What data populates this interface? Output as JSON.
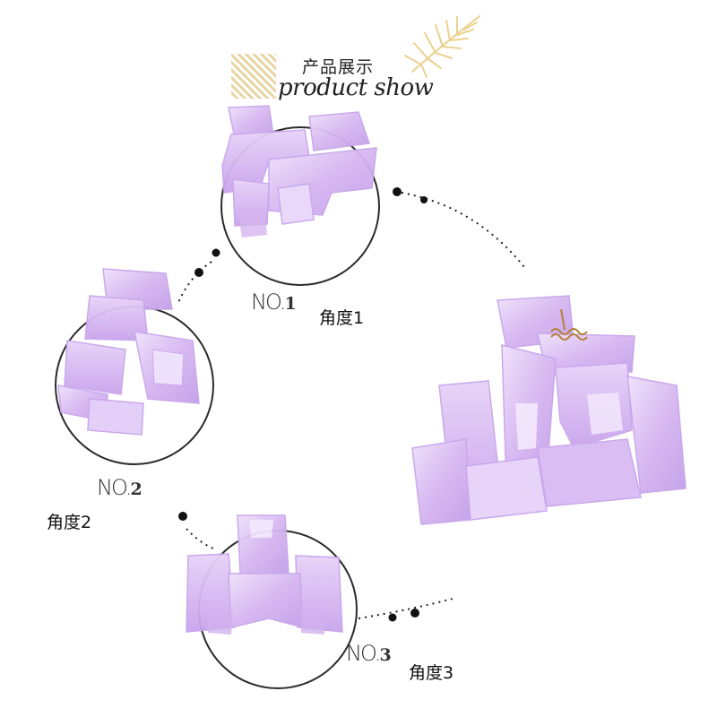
{
  "header": {
    "title_cn": "产品展示",
    "title_en": "product show"
  },
  "views": [
    {
      "number_prefix": "NO.",
      "number": "1",
      "caption": "角度1"
    },
    {
      "number_prefix": "NO.",
      "number": "2",
      "caption": "角度2"
    },
    {
      "number_prefix": "NO.",
      "number": "3",
      "caption": "角度3"
    }
  ],
  "colors": {
    "clip_fill": "#d8b8f2",
    "clip_shadow": "#b98fe3",
    "clip_highlight": "#f1e4fb",
    "circle_stroke": "#2b2b2b",
    "dot": "#111111",
    "stripe_gold": "#e4cc96",
    "leaf_gold": "#e9d28f"
  },
  "product": "purple-hair-claw-clip"
}
